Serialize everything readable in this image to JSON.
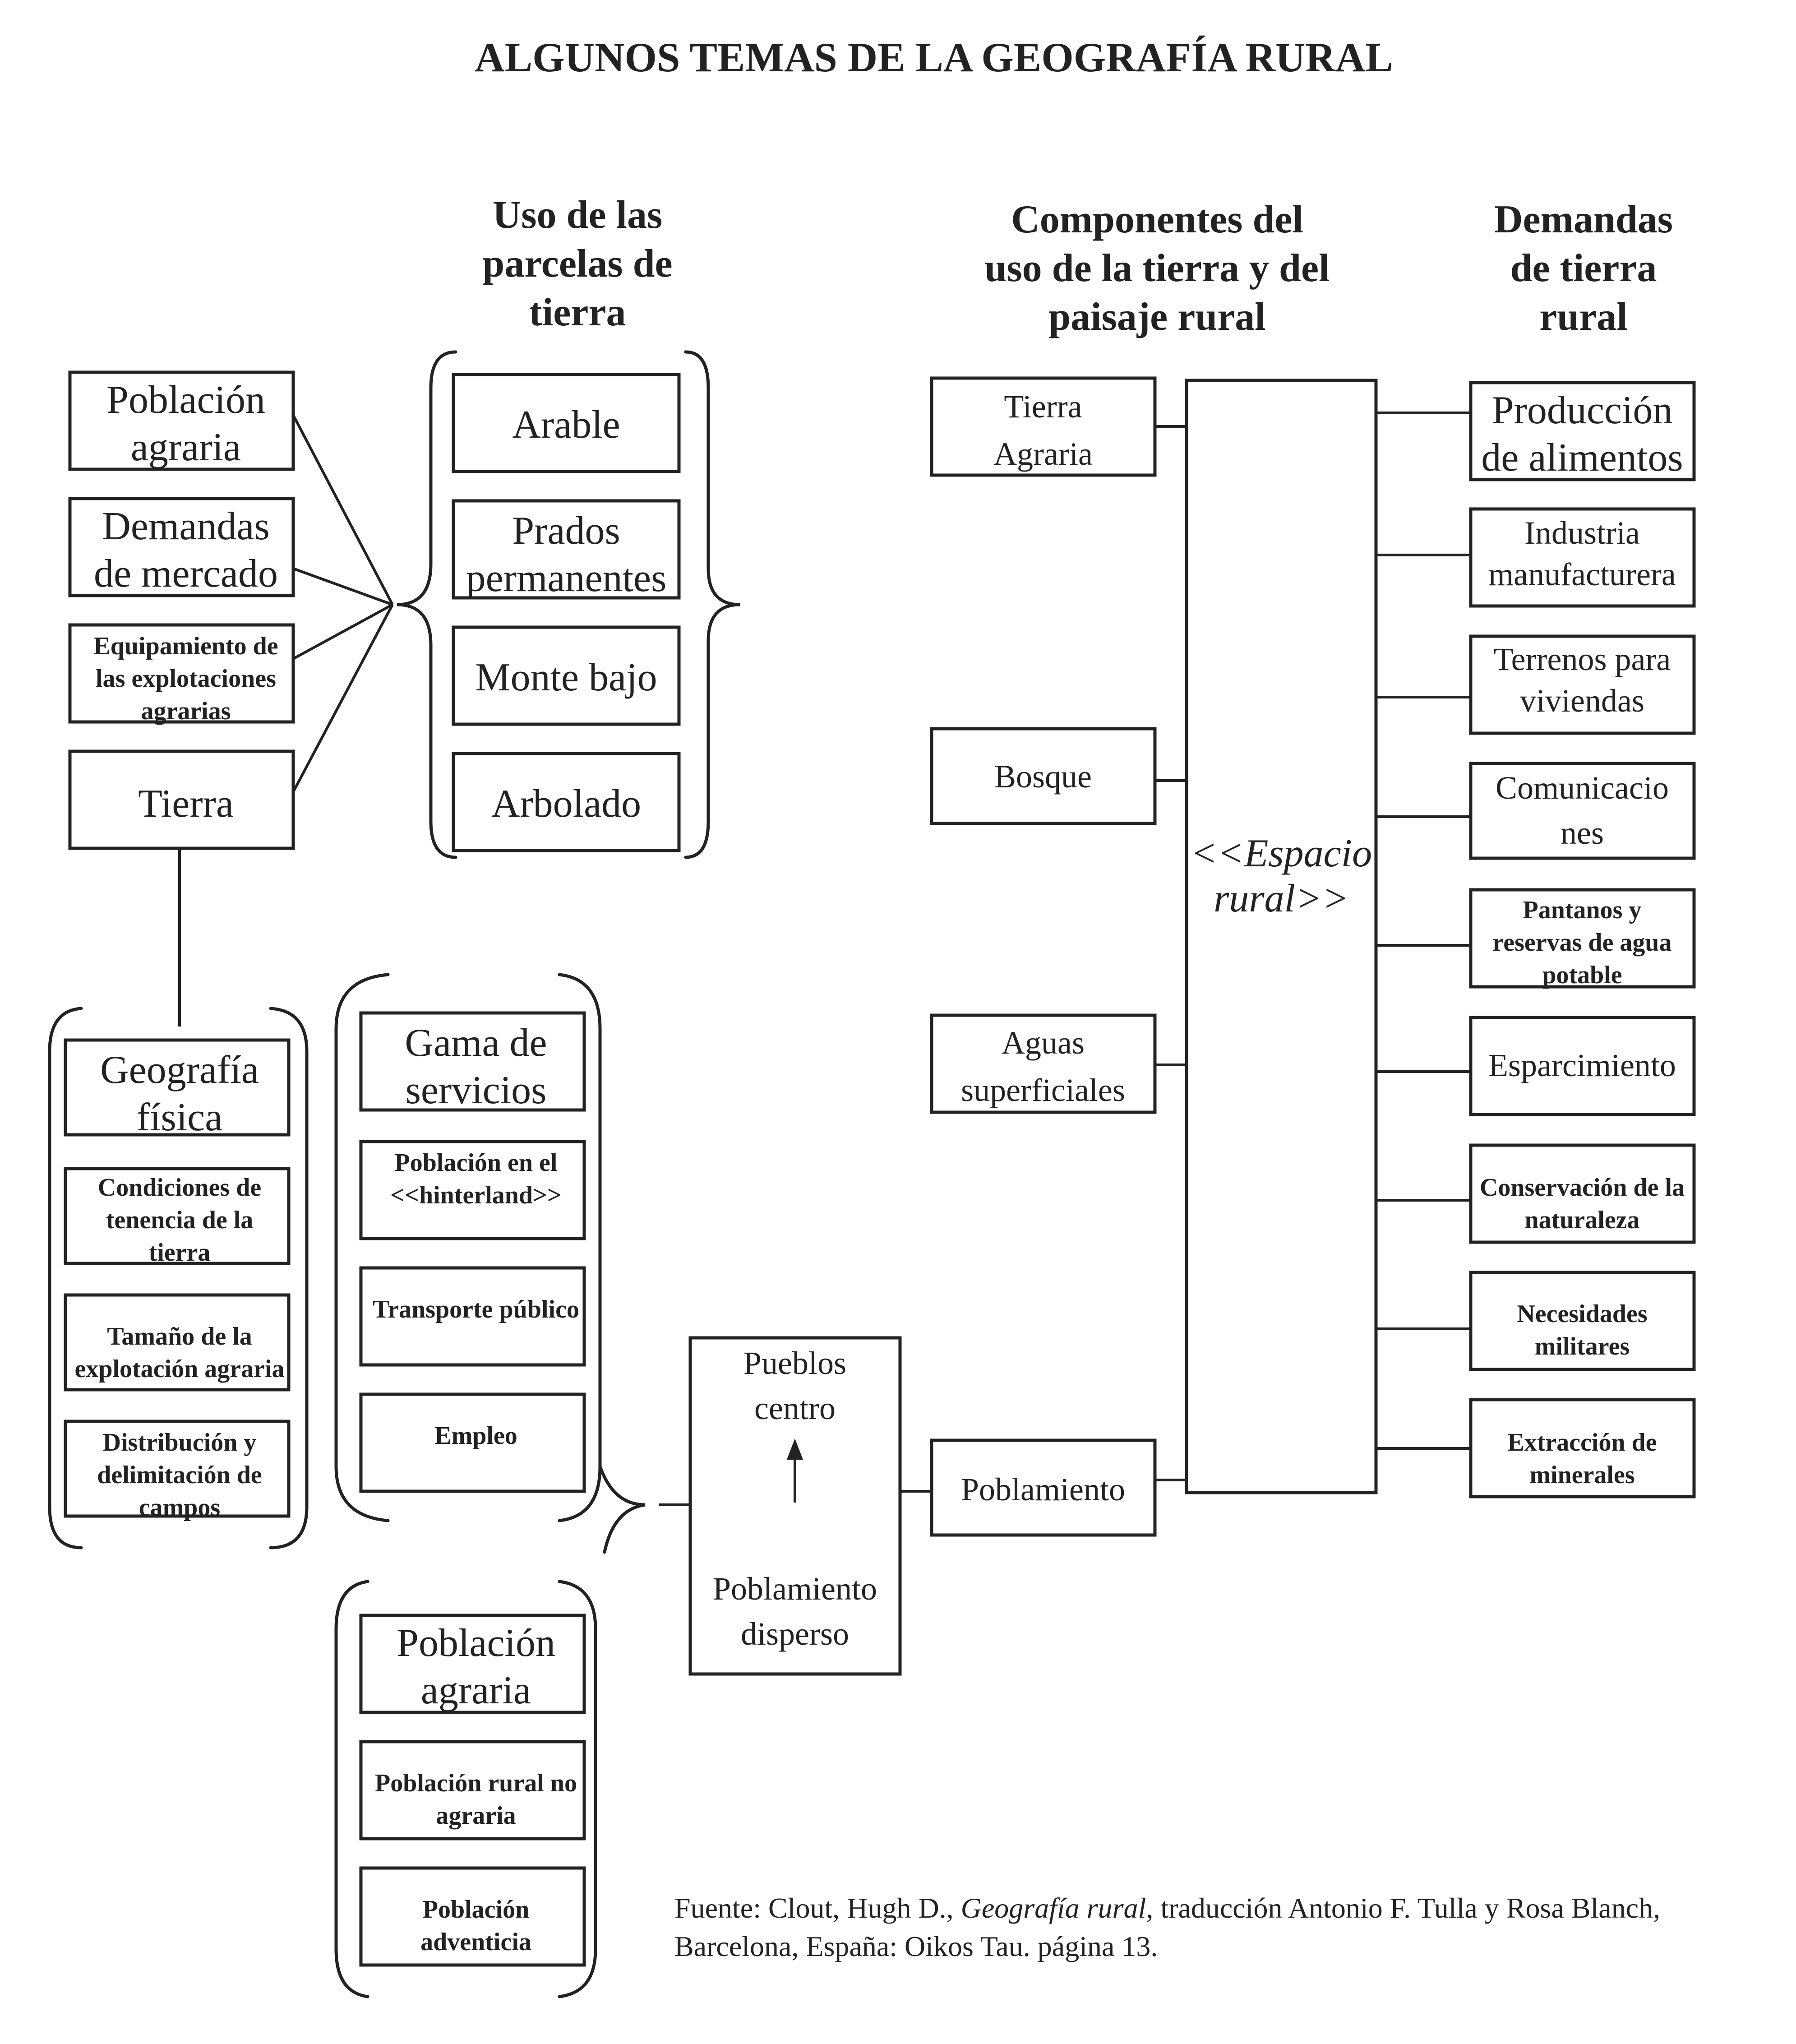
{
  "title": "ALGUNOS TEMAS DE LA GEOGRAFÍA RURAL",
  "headers": {
    "uso_parcelas": [
      "Uso de las",
      "parcelas de",
      "tierra"
    ],
    "componentes": [
      "Componentes del",
      "uso de la tierra y del",
      "paisaje rural"
    ],
    "demandas": [
      "Demandas",
      "de tierra",
      "rural"
    ]
  },
  "factores": {
    "poblacion_agraria": [
      "Población",
      "agraria"
    ],
    "demandas_mercado": [
      "Demandas",
      "de mercado"
    ],
    "equipamiento": [
      "Equipamiento de",
      "las explotaciones",
      "agrarias"
    ],
    "tierra": [
      "Tierra"
    ]
  },
  "uso_parcelas": {
    "arable": [
      "Arable"
    ],
    "prados": [
      "Prados",
      "permanentes"
    ],
    "monte": [
      "Monte bajo"
    ],
    "arbolado": [
      "Arbolado"
    ]
  },
  "tierra_grupo": {
    "geografia": [
      "Geografía",
      "física"
    ],
    "condiciones": [
      "Condiciones de",
      "tenencia de la",
      "tierra"
    ],
    "tamano": [
      "Tamaño de la",
      "explotación agraria"
    ],
    "distribucion": [
      "Distribución y",
      "delimitación de",
      "campos"
    ]
  },
  "servicios": {
    "gama": [
      "Gama de",
      "servicios"
    ],
    "hinterland": [
      "Población en el",
      "<<hinterland>>"
    ],
    "transporte": [
      "Transporte público"
    ],
    "empleo": [
      "Empleo"
    ]
  },
  "poblacion_grupo": {
    "agraria": [
      "Población",
      "agraria"
    ],
    "rural_no_agraria": [
      "Población rural no",
      "agraria"
    ],
    "adventicia": [
      "Población",
      "adventicia"
    ]
  },
  "pueblos": {
    "centro": [
      "Pueblos",
      "centro"
    ],
    "disperso": [
      "Poblamiento",
      "disperso"
    ]
  },
  "componentes": {
    "tierra_agraria": [
      "Tierra",
      "Agraria"
    ],
    "bosque": [
      "Bosque"
    ],
    "aguas": [
      "Aguas",
      "superficiales"
    ],
    "poblamiento": [
      "Poblamiento"
    ]
  },
  "espacio_rural": [
    "<<Espacio",
    "rural>>"
  ],
  "demandas": {
    "produccion": [
      "Producción",
      "de alimentos"
    ],
    "industria": [
      "Industria",
      "manufacturera"
    ],
    "terrenos": [
      "Terrenos para",
      "viviendas"
    ],
    "comunicaciones": [
      "Comunicacio",
      "nes"
    ],
    "pantanos": [
      "Pantanos y",
      "reservas de agua",
      "potable"
    ],
    "esparcimiento": [
      "Esparcimiento"
    ],
    "conservacion": [
      "Conservación de la",
      "naturaleza"
    ],
    "militares": [
      "Necesidades",
      "militares"
    ],
    "extraccion": [
      "Extracción de",
      "minerales"
    ]
  },
  "fuente": {
    "line1_a": "Fuente: Clout, Hugh D., ",
    "line1_b": "Geografía rural",
    "line1_c": ", traducción Antonio F. Tulla y Rosa Blanch,",
    "line2": "Barcelona, España: Oikos Tau. página 13."
  }
}
